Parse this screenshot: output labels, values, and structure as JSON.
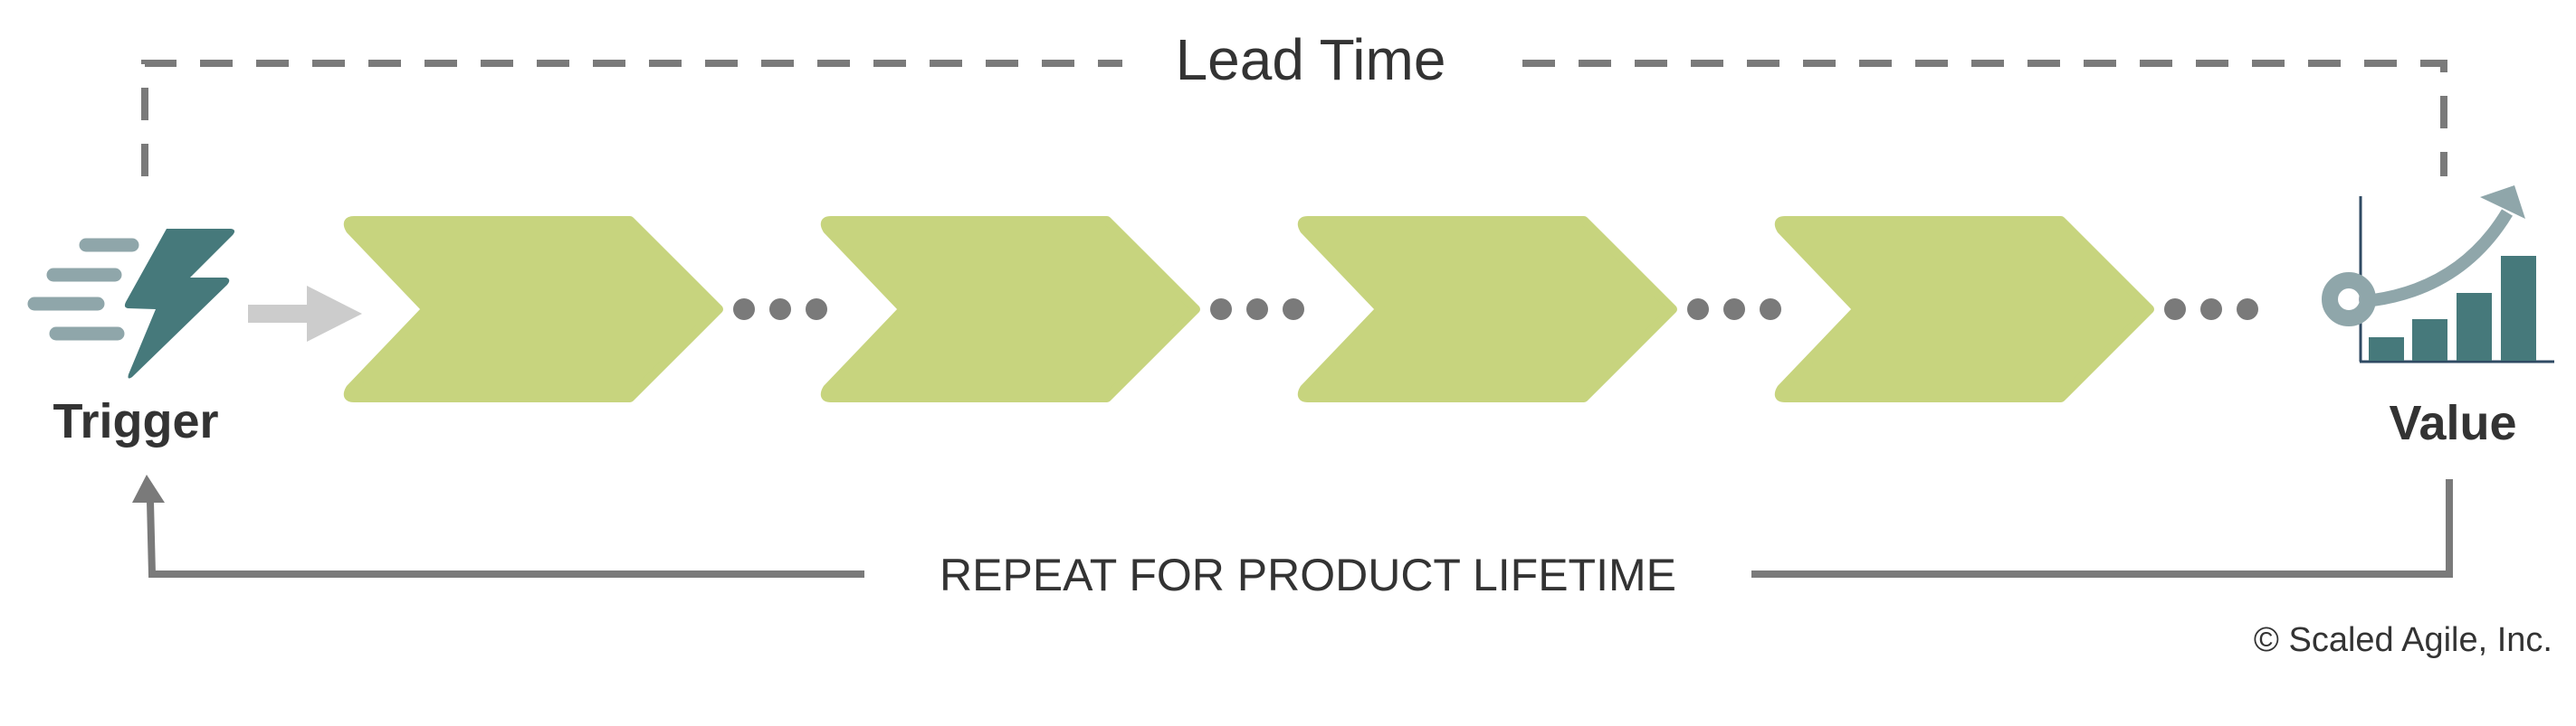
{
  "diagram": {
    "lead_time_label": "Lead Time",
    "trigger_label": "Trigger",
    "value_label": "Value",
    "repeat_label": "REPEAT FOR PRODUCT LIFETIME",
    "copyright": "© Scaled Agile, Inc.",
    "steps": [
      {
        "name": "step-1"
      },
      {
        "name": "step-2"
      },
      {
        "name": "step-3"
      },
      {
        "name": "step-4"
      }
    ],
    "icons": {
      "trigger": "lightning-bolt-icon",
      "value": "bar-chart-growth-icon"
    },
    "colors": {
      "chevron": "#c7d47e",
      "teal": "#46797b",
      "slate": "#8fa6aa",
      "line_gray": "#7a7a7a",
      "arrow_gray": "#cccccc",
      "text": "#333333"
    }
  }
}
